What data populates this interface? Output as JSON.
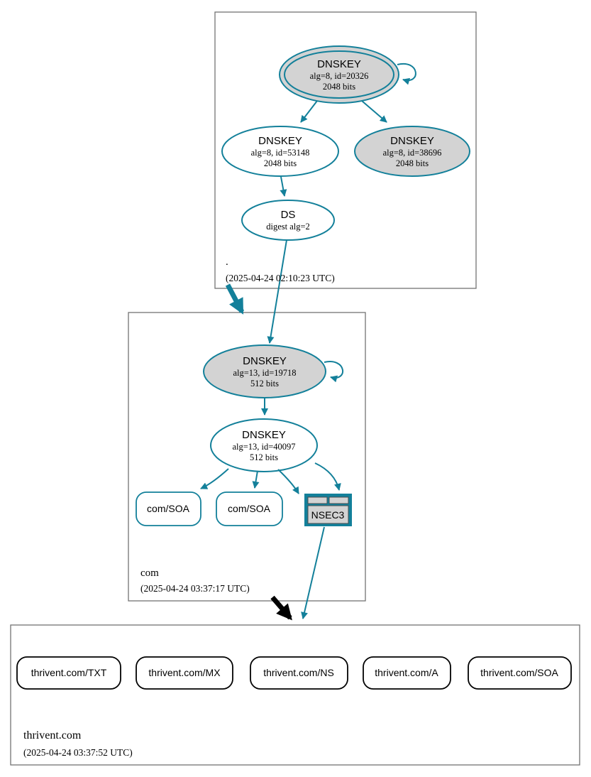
{
  "colors": {
    "secure_teal": "#13809a",
    "insecure_black": "#000000",
    "node_fill_gray": "#d3d3d3",
    "node_fill_white": "#ffffff",
    "zone_border_gray": "#737373"
  },
  "zones": {
    "root": {
      "label": ".",
      "timestamp": "(2025-04-24 02:10:23 UTC)",
      "nodes": {
        "ksk": {
          "title": "DNSKEY",
          "detail1": "alg=8, id=20326",
          "detail2": "2048 bits"
        },
        "zsk": {
          "title": "DNSKEY",
          "detail1": "alg=8, id=53148",
          "detail2": "2048 bits"
        },
        "key2": {
          "title": "DNSKEY",
          "detail1": "alg=8, id=38696",
          "detail2": "2048 bits"
        },
        "ds": {
          "title": "DS",
          "detail1": "digest alg=2"
        }
      }
    },
    "com": {
      "label": "com",
      "timestamp": "(2025-04-24 03:37:17 UTC)",
      "nodes": {
        "ksk": {
          "title": "DNSKEY",
          "detail1": "alg=13, id=19718",
          "detail2": "512 bits"
        },
        "zsk": {
          "title": "DNSKEY",
          "detail1": "alg=13, id=40097",
          "detail2": "512 bits"
        },
        "soa1": {
          "label": "com/SOA"
        },
        "soa2": {
          "label": "com/SOA"
        },
        "nsec3": {
          "label": "NSEC3"
        }
      }
    },
    "thrivent_com": {
      "label": "thrivent.com",
      "timestamp": "(2025-04-24 03:37:52 UTC)",
      "nodes": {
        "txt": {
          "label": "thrivent.com/TXT"
        },
        "mx": {
          "label": "thrivent.com/MX"
        },
        "ns": {
          "label": "thrivent.com/NS"
        },
        "a": {
          "label": "thrivent.com/A"
        },
        "soa": {
          "label": "thrivent.com/SOA"
        }
      }
    }
  }
}
